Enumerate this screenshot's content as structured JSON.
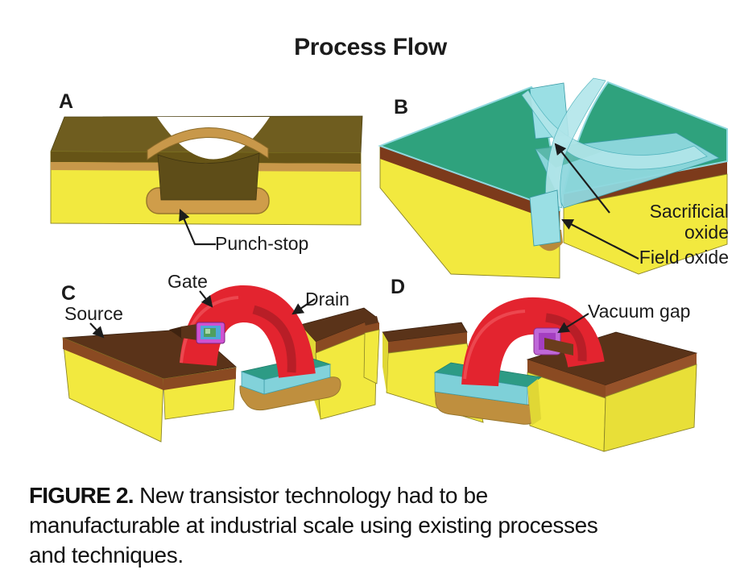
{
  "title": "Process Flow",
  "panels": [
    {
      "letter": "A",
      "labels": {
        "punch_stop": "Punch-stop"
      }
    },
    {
      "letter": "B",
      "labels": {
        "sacrificial_oxide": "Sacrificial oxide",
        "field_oxide": "Field oxide"
      }
    },
    {
      "letter": "C",
      "labels": {
        "source": "Source",
        "gate": "Gate",
        "drain": "Drain"
      }
    },
    {
      "letter": "D",
      "labels": {
        "vacuum_gap": "Vacuum gap"
      }
    }
  ],
  "caption": {
    "prefix": "FIGURE 2.",
    "line1": "New transistor technology had to be",
    "line2": "manufacturable at industrial scale using existing processes",
    "line3": "and techniques."
  },
  "colors": {
    "substrate_yellow": "#f2e93f",
    "substrate_yellow_shade": "#e0d735",
    "olive_layer": "#6f5d1f",
    "olive_trench": "#5e4d18",
    "tan_oxide": "#c8984a",
    "punch_stop_tan": "#cf9d4a",
    "nitride_green": "#2fa27d",
    "field_brown": "#7c3a1b",
    "sacrificial_cyan": "#8fd8de",
    "cyan_light": "#b2e6ea",
    "teal_floor": "#2d9b85",
    "silicon_brown_top": "#5a3319",
    "silicon_brown_side": "#8a4a22",
    "gate_red": "#e3242f",
    "gate_red_dark": "#b81e27",
    "vacuum_purple": "#bf68d8",
    "vacuum_purple_dark": "#a43ec0",
    "stack_magenta": "#cf52d2",
    "stack_blue": "#4fa8d8",
    "stack_green": "#4f9f5f",
    "arrow_black": "#1c1c1c"
  }
}
